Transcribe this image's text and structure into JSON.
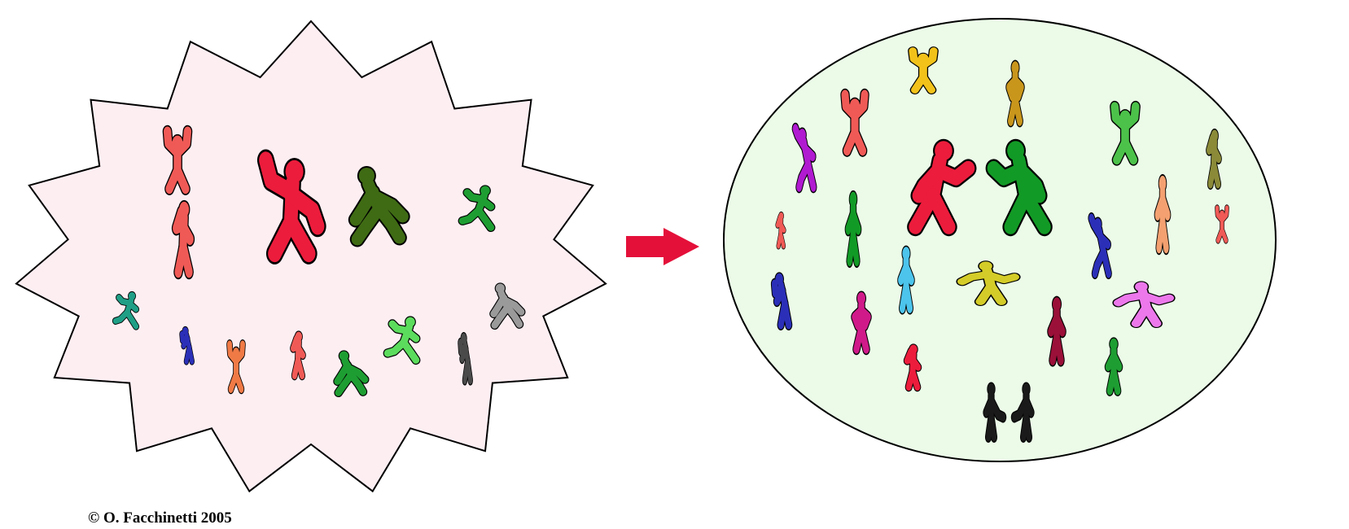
{
  "colors": {
    "conflict_fill": "#fdeef2",
    "harmony_fill": "#ebfbe8",
    "outline": "#000000",
    "arrow": "#e4103a"
  },
  "conflict_figures": [
    {
      "name": "figure-red-leaping",
      "color": "#f05a56",
      "pose": "cheer"
    },
    {
      "name": "figure-red-scratching",
      "color": "#f05a56",
      "pose": "think"
    },
    {
      "name": "figure-red-angry-large",
      "color": "#ec1c3c",
      "pose": "fight"
    },
    {
      "name": "figure-olive-crouching",
      "color": "#3f6b14",
      "pose": "crouch"
    },
    {
      "name": "figure-green-running",
      "color": "#1e9e32",
      "pose": "run"
    },
    {
      "name": "figure-teal-walking",
      "color": "#1f9f86",
      "pose": "run"
    },
    {
      "name": "figure-blue-hunched",
      "color": "#2b2fb8",
      "pose": "hunch"
    },
    {
      "name": "figure-orange-waving",
      "color": "#f07a46",
      "pose": "cheer"
    },
    {
      "name": "figure-red-small",
      "color": "#f05a56",
      "pose": "think"
    },
    {
      "name": "figure-green-sneaking",
      "color": "#1e9e32",
      "pose": "crouch"
    },
    {
      "name": "figure-lightgreen-running",
      "color": "#5cdc5c",
      "pose": "run"
    },
    {
      "name": "figure-darkgray-bending",
      "color": "#4a4a4a",
      "pose": "hunch"
    },
    {
      "name": "figure-gray-crouching",
      "color": "#9a9a9a",
      "pose": "crouch"
    }
  ],
  "harmony_figures": [
    {
      "name": "figure-yellow-arms-up",
      "color": "#f2c21a",
      "pose": "cheer"
    },
    {
      "name": "figure-gold-standing",
      "color": "#c9961c",
      "pose": "hips"
    },
    {
      "name": "figure-red-cheering",
      "color": "#f05a56",
      "pose": "cheer"
    },
    {
      "name": "figure-green-cheering",
      "color": "#4cc24a",
      "pose": "cheer"
    },
    {
      "name": "figure-purple-dancing",
      "color": "#b01ad0",
      "pose": "dance"
    },
    {
      "name": "figure-red-talking-large",
      "color": "#ec1c3c",
      "pose": "talk"
    },
    {
      "name": "figure-green-talking-large",
      "color": "#129a26",
      "pose": "listen"
    },
    {
      "name": "figure-olive-thinking",
      "color": "#8a8a38",
      "pose": "think"
    },
    {
      "name": "figure-red-small-left",
      "color": "#f05a56",
      "pose": "think"
    },
    {
      "name": "figure-green-standing",
      "color": "#129a26",
      "pose": "stand"
    },
    {
      "name": "figure-peach-standing",
      "color": "#f4a070",
      "pose": "stand"
    },
    {
      "name": "figure-red-small-right",
      "color": "#f05a56",
      "pose": "cheer"
    },
    {
      "name": "figure-navy-waving",
      "color": "#2b2fb8",
      "pose": "dance"
    },
    {
      "name": "figure-blue-hunched",
      "color": "#2b2fb8",
      "pose": "hunch"
    },
    {
      "name": "figure-skyblue-standing",
      "color": "#4cc4ec",
      "pose": "stand"
    },
    {
      "name": "figure-yellow-pointing",
      "color": "#d4cc28",
      "pose": "point"
    },
    {
      "name": "figure-pink-pointing",
      "color": "#ec78ec",
      "pose": "point"
    },
    {
      "name": "figure-magenta-hips",
      "color": "#d01a8a",
      "pose": "hips"
    },
    {
      "name": "figure-maroon-standing",
      "color": "#9a1038",
      "pose": "stand"
    },
    {
      "name": "figure-red-thinking",
      "color": "#ec1c3c",
      "pose": "think"
    },
    {
      "name": "figure-green-small",
      "color": "#1e9e32",
      "pose": "stand"
    },
    {
      "name": "figure-black-handshake-pair",
      "color": "#1a1a1a",
      "pose": "handshake"
    }
  ],
  "arrow_icon": "right-arrow",
  "copyright": "© O. Facchinetti 2005"
}
